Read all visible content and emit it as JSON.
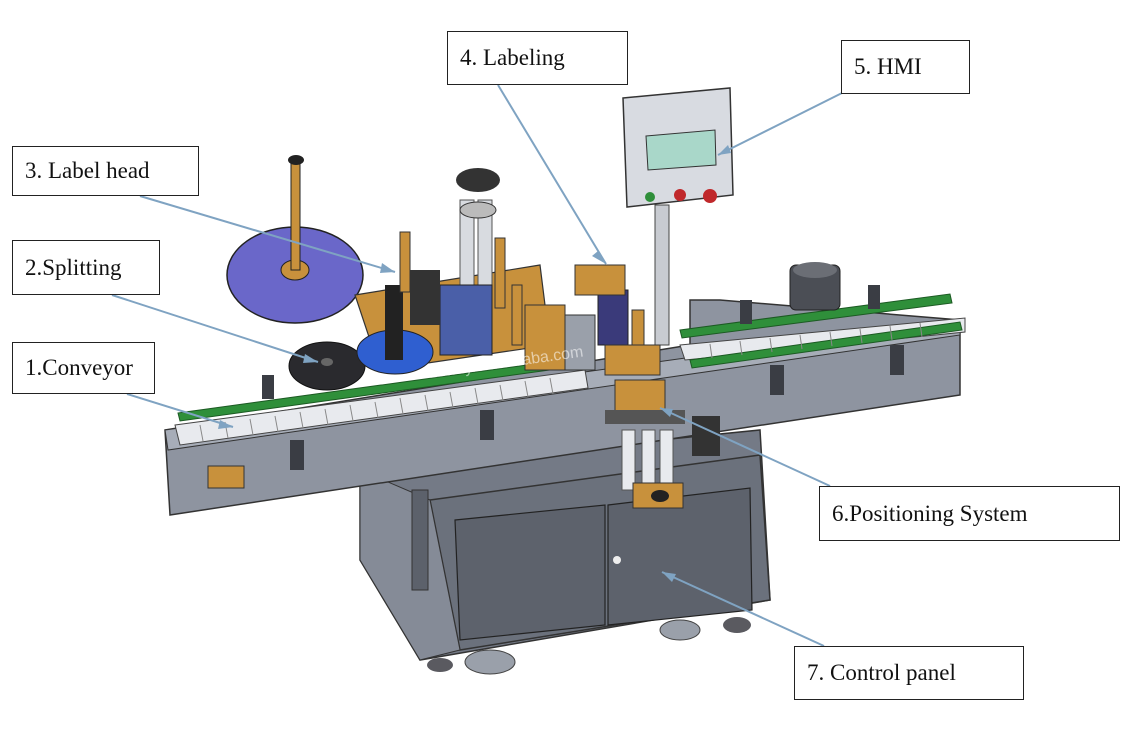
{
  "callouts": {
    "conveyor": "1.Conveyor",
    "splitting": "2.Splitting",
    "label_head": "3.  Label head",
    "labeling": "4.  Labeling",
    "hmi": "5.  HMI",
    "positioning": "6.Positioning System",
    "control_panel": "7.  Control panel"
  },
  "watermark": "zzwzy.en.alibaba.com",
  "colors": {
    "leader_line": "#7fa3c2",
    "frame": "#8a8f9c",
    "cabinet": "#6f7480",
    "brass": "#c8913c",
    "guide_rail": "#2f8f3a",
    "label_disc": "#6a67c9",
    "blue_disc": "#2f5fd0",
    "hmi_screen": "#a9d7c9"
  }
}
